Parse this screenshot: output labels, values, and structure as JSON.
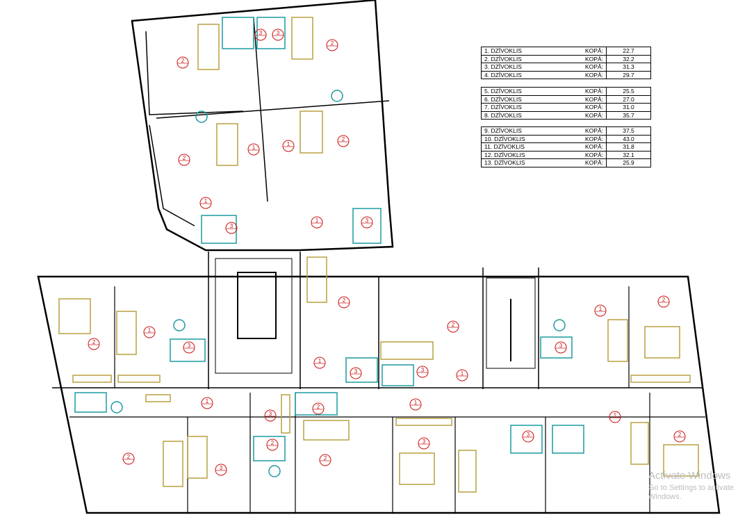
{
  "area_table": {
    "groups": [
      [
        {
          "name": "1. DZĪVOKLIS",
          "label": "KOPĀ:",
          "value": "22.7"
        },
        {
          "name": "2. DZĪVOKLIS",
          "label": "KOPĀ:",
          "value": "32.2"
        },
        {
          "name": "3. DZĪVOKLIS",
          "label": "KOPĀ:",
          "value": "31.3"
        },
        {
          "name": "4. DZĪVOKLIS",
          "label": "KOPĀ:",
          "value": "29.7"
        }
      ],
      [
        {
          "name": "5. DZĪVOKLIS",
          "label": "KOPĀ:",
          "value": "25.5"
        },
        {
          "name": "6. DZĪVOKLIS",
          "label": "KOPĀ:",
          "value": "27.0"
        },
        {
          "name": "7. DZĪVOKLIS",
          "label": "KOPĀ:",
          "value": "31.0"
        },
        {
          "name": "8. DZĪVOKLIS",
          "label": "KOPĀ:",
          "value": "35.7"
        }
      ],
      [
        {
          "name": "9. DZĪVOKLIS",
          "label": "KOPĀ:",
          "value": "37.5"
        },
        {
          "name": "10. DZĪVOKLIS",
          "label": "KOPĀ:",
          "value": "43.0"
        },
        {
          "name": "11. DZĪVOKLIS",
          "label": "KOPĀ:",
          "value": "31.8"
        },
        {
          "name": "12. DZĪVOKLIS",
          "label": "KOPĀ:",
          "value": "32.1"
        },
        {
          "name": "13. DZĪVOKLIS",
          "label": "KOPĀ:",
          "value": "25.9"
        }
      ]
    ]
  },
  "room_markers": [
    "2",
    "3",
    "3",
    "2",
    "2",
    "1",
    "1",
    "2",
    "1",
    "3",
    "1",
    "3",
    "2",
    "1",
    "3",
    "2",
    "1",
    "3",
    "2",
    "3",
    "1",
    "1",
    "2",
    "3",
    "1",
    "1",
    "1",
    "3",
    "2",
    "2",
    "3",
    "2",
    "2",
    "3",
    "3",
    "2"
  ],
  "watermark": {
    "line1": "Activate Windows",
    "line2": "Go to Settings to activate Windows."
  },
  "colors": {
    "wall": "#000000",
    "furniture": "#b8a040",
    "sanitary": "#1a9aa0",
    "marker": "#cc1111"
  }
}
